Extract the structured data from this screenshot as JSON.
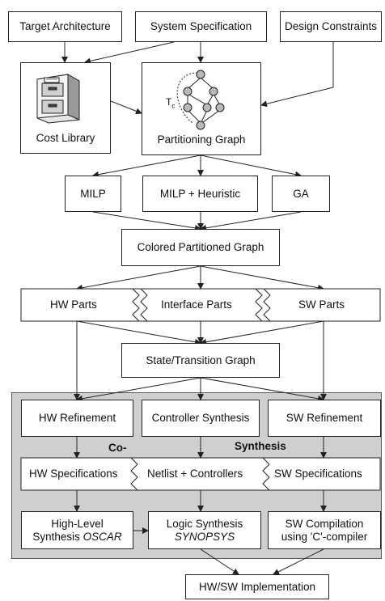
{
  "inputs": {
    "target_architecture": "Target Architecture",
    "system_specification": "System Specification",
    "design_constraints": "Design Constraints"
  },
  "cost_library": {
    "label": "Cost Library"
  },
  "partitioning_graph": {
    "label": "Partitioning Graph",
    "tc_label": "T",
    "tc_sub": "c"
  },
  "algorithms": {
    "milp": "MILP",
    "milp_heuristic": "MILP + Heuristic",
    "ga": "GA"
  },
  "colored_graph": "Colored Partitioned Graph",
  "parts": {
    "hw": "HW Parts",
    "interface": "Interface Parts",
    "sw": "SW Parts"
  },
  "state_graph": "State/Transition Graph",
  "cosynthesis": {
    "title_left": "Co-",
    "title_right": "Synthesis",
    "hw_refinement": "HW Refinement",
    "controller_synthesis": "Controller Synthesis",
    "sw_refinement": "SW Refinement",
    "hw_specifications": "HW Specifications",
    "netlist_controllers": "Netlist + Controllers",
    "sw_specifications": "SW Specifications",
    "high_level_line1": "High-Level",
    "high_level_line2": "Synthesis",
    "high_level_tool": "OSCAR",
    "logic_line1": "Logic Synthesis",
    "logic_tool": "SYNOPSYS",
    "sw_comp_line1": "SW Compilation",
    "sw_comp_line2": "using 'C'-compiler"
  },
  "implementation": "HW/SW Implementation",
  "colors": {
    "cosynthesis_bg": "#cfcfcf",
    "stroke": "#222222",
    "node_fill": "#b8b8b8"
  }
}
